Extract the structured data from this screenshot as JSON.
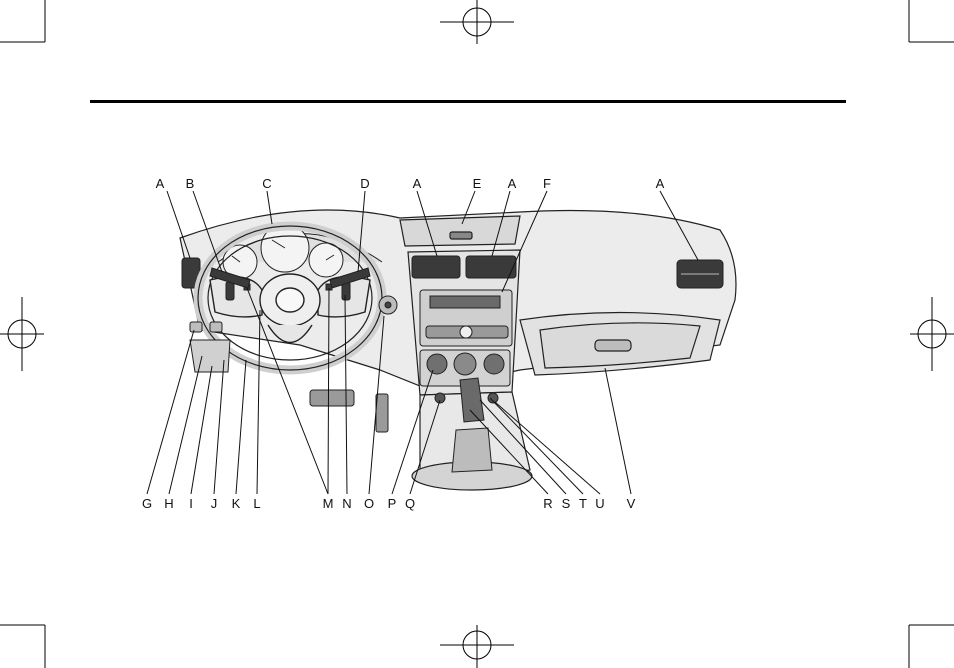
{
  "page": {
    "background": "#ffffff",
    "rule_color": "#000000"
  },
  "diagram": {
    "subject": "instrument panel line illustration",
    "callouts_top": [
      "A",
      "B",
      "C",
      "D",
      "A",
      "E",
      "A",
      "F",
      "A"
    ],
    "callouts_bottom": [
      "G",
      "H",
      "I",
      "J",
      "K",
      "L",
      "M",
      "N",
      "O",
      "P",
      "Q",
      "R",
      "S",
      "T",
      "U",
      "V"
    ],
    "crop_marks": "registration-target-icon",
    "line_color": "#222222",
    "fill_light": "#ececec",
    "fill_mid": "#cfcfcf",
    "fill_dark": "#3a3a3a"
  }
}
